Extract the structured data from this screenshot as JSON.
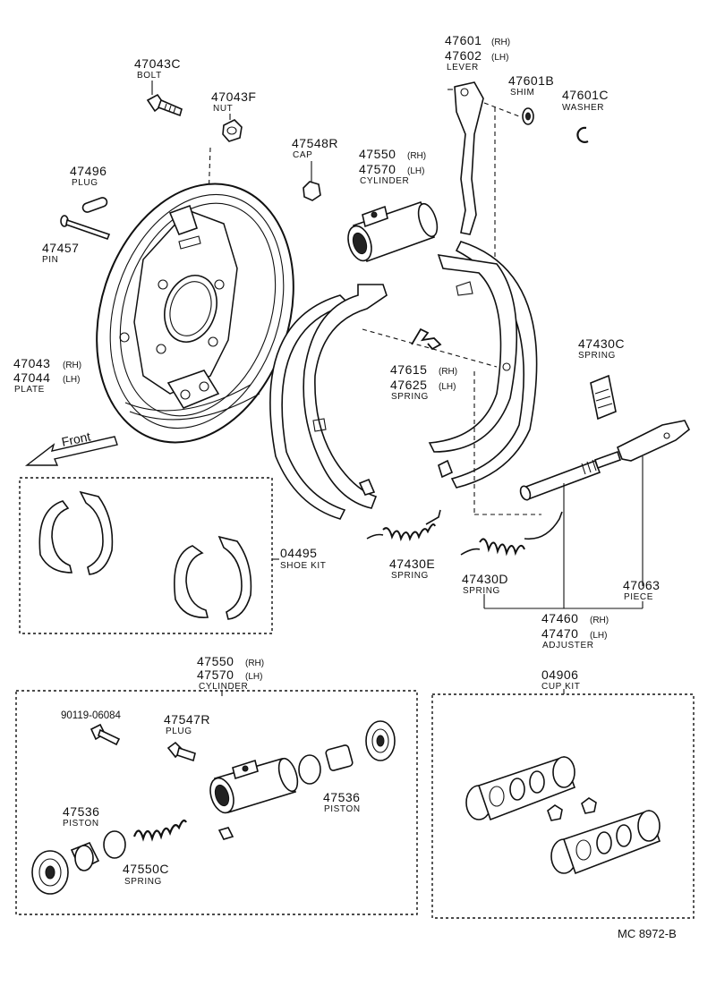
{
  "parts": {
    "bolt": {
      "number": "47043C",
      "name": "BOLT"
    },
    "nut": {
      "number": "47043F",
      "name": "NUT"
    },
    "plug_top": {
      "number": "47496",
      "name": "PLUG"
    },
    "pin": {
      "number": "47457",
      "name": "PIN"
    },
    "cap": {
      "number": "47548R",
      "name": "CAP"
    },
    "cylinder_top": {
      "number_rh": "47550",
      "number_lh": "47570",
      "rh": "(RH)",
      "lh": "(LH)",
      "name": "CYLINDER"
    },
    "lever": {
      "number_rh": "47601",
      "number_lh": "47602",
      "rh": "(RH)",
      "lh": "(LH)",
      "name": "LEVER"
    },
    "shim": {
      "number": "47601B",
      "name": "SHIM"
    },
    "washer": {
      "number": "47601C",
      "name": "WASHER"
    },
    "plate": {
      "number_rh": "47043",
      "number_lh": "47044",
      "rh": "(RH)",
      "lh": "(LH)",
      "name": "PLATE"
    },
    "spring_center": {
      "number_rh": "47615",
      "number_lh": "47625",
      "rh": "(RH)",
      "lh": "(LH)",
      "name": "SPRING"
    },
    "spring_c": {
      "number": "47430C",
      "name": "SPRING"
    },
    "spring_e": {
      "number": "47430E",
      "name": "SPRING"
    },
    "spring_d": {
      "number": "47430D",
      "name": "SPRING"
    },
    "piece": {
      "number": "47063",
      "name": "PIECE"
    },
    "adjuster": {
      "number_rh": "47460",
      "number_lh": "47470",
      "rh": "(RH)",
      "lh": "(LH)",
      "name": "ADJUSTER"
    },
    "shoe_kit": {
      "number": "04495",
      "name": "SHOE KIT"
    },
    "cylinder_bottom": {
      "number_rh": "47550",
      "number_lh": "47570",
      "rh": "(RH)",
      "lh": "(LH)",
      "name": "CYLINDER"
    },
    "cup_kit": {
      "number": "04906",
      "name": "CUP KIT"
    },
    "bolt_bottom": {
      "number": "90119-06084"
    },
    "plug_bottom": {
      "number": "47547R",
      "name": "PLUG"
    },
    "piston_left": {
      "number": "47536",
      "name": "PISTON"
    },
    "piston_right": {
      "number": "47536",
      "name": "PISTON"
    },
    "spring_cyl": {
      "number": "47550C",
      "name": "SPRING"
    }
  },
  "front_label": "Front",
  "diagram_code": "MC 8972-B"
}
